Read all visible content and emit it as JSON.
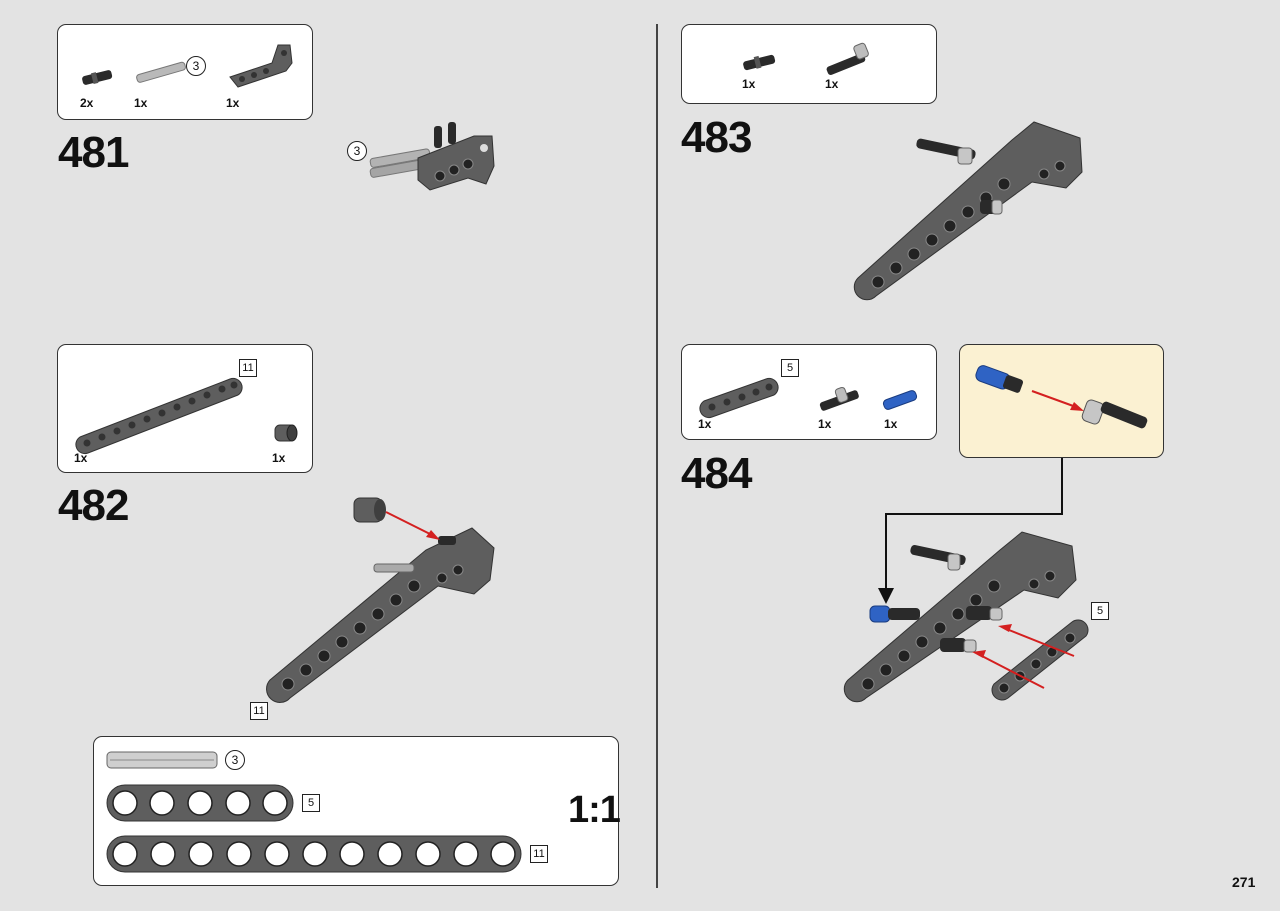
{
  "page": {
    "number": "271",
    "scale_label": "1:1"
  },
  "steps": [
    {
      "number": "481",
      "parts": [
        {
          "qty": "2x",
          "name": "axle-pin-black"
        },
        {
          "qty": "1x",
          "name": "axle-3-grey",
          "length": "3"
        },
        {
          "qty": "1x",
          "name": "liftarm-L-dark-grey"
        }
      ],
      "model_callouts": [
        "3"
      ]
    },
    {
      "number": "482",
      "parts": [
        {
          "qty": "1x",
          "name": "beam-11-dark-grey",
          "length": "11"
        },
        {
          "qty": "1x",
          "name": "bush-dark-grey"
        }
      ],
      "model_callouts": [
        "11"
      ]
    },
    {
      "number": "483",
      "parts": [
        {
          "qty": "1x",
          "name": "axle-pin-black"
        },
        {
          "qty": "1x",
          "name": "pin-long-with-stop-bush"
        }
      ]
    },
    {
      "number": "484",
      "parts": [
        {
          "qty": "1x",
          "name": "beam-5-dark-grey",
          "length": "5"
        },
        {
          "qty": "1x",
          "name": "pin-long-with-stop-bush"
        },
        {
          "qty": "1x",
          "name": "axle-pin-blue"
        }
      ],
      "model_callouts": [
        "5"
      ]
    }
  ],
  "ruler": {
    "items": [
      {
        "length": "3",
        "kind": "axle"
      },
      {
        "length": "5",
        "kind": "beam"
      },
      {
        "length": "11",
        "kind": "beam"
      }
    ]
  },
  "colors": {
    "background": "#e3e3e3",
    "beam": "#5e5e5e",
    "pin": "#2a2a2a",
    "blue": "#2f63c4",
    "arrow": "#d42020",
    "callout_bg": "#fbf1d2"
  }
}
